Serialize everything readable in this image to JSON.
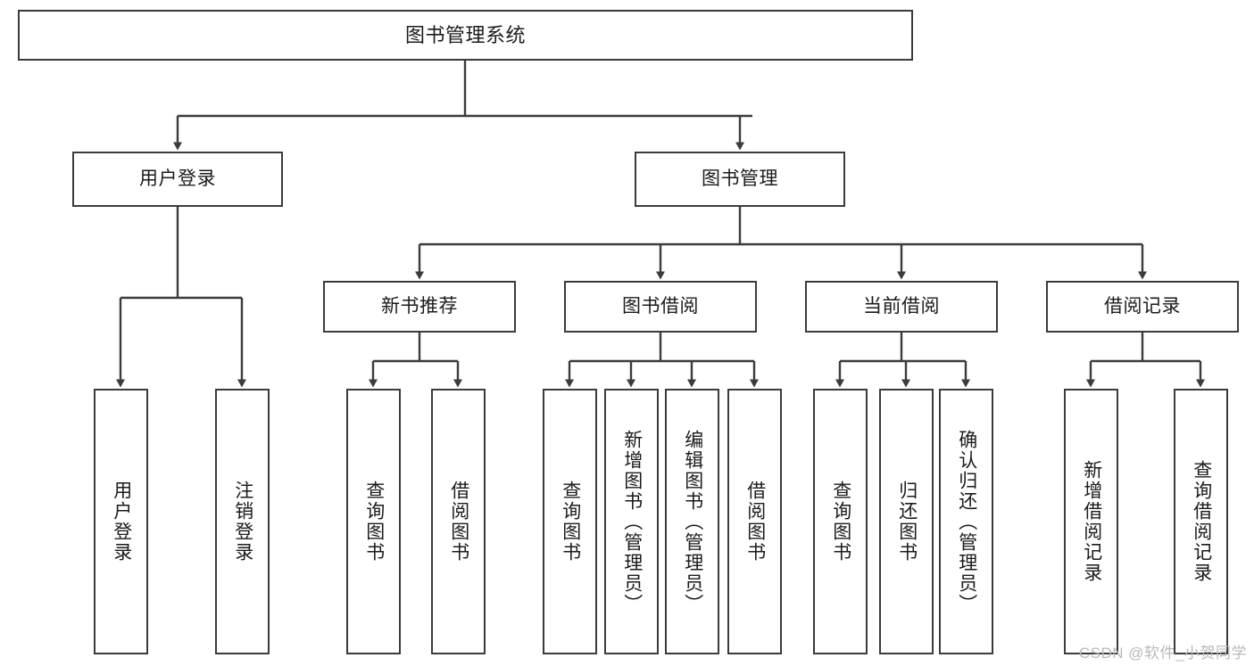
{
  "diagram": {
    "title": "图书管理系统",
    "type": "tree-hierarchy",
    "colors": {
      "box_border": "#3b3b3b",
      "box_fill": "#ffffff",
      "connector": "#3b3b3b",
      "text": "#1b1b1b",
      "watermark": "#b9b9b9"
    },
    "root": {
      "label": "图书管理系统"
    },
    "level2": [
      {
        "label": "用户登录"
      },
      {
        "label": "图书管理"
      }
    ],
    "level3": [
      {
        "label": "新书推荐"
      },
      {
        "label": "图书借阅"
      },
      {
        "label": "当前借阅"
      },
      {
        "label": "借阅记录"
      }
    ],
    "leaves": [
      {
        "label": "用户登录",
        "parent": "用户登录"
      },
      {
        "label": "注销登录",
        "parent": "用户登录"
      },
      {
        "label": "查询图书",
        "parent": "新书推荐"
      },
      {
        "label": "借阅图书",
        "parent": "新书推荐"
      },
      {
        "label": "查询图书",
        "parent": "图书借阅"
      },
      {
        "label": "新增图书（管理员）",
        "parent": "图书借阅"
      },
      {
        "label": "编辑图书（管理员）",
        "parent": "图书借阅"
      },
      {
        "label": "借阅图书",
        "parent": "图书借阅"
      },
      {
        "label": "查询图书",
        "parent": "当前借阅"
      },
      {
        "label": "归还图书",
        "parent": "当前借阅"
      },
      {
        "label": "确认归还（管理员）",
        "parent": "当前借阅"
      },
      {
        "label": "新增借阅记录",
        "parent": "借阅记录"
      },
      {
        "label": "查询借阅记录",
        "parent": "借阅记录"
      }
    ],
    "watermark": "CSDN @软件_小贺同学"
  }
}
